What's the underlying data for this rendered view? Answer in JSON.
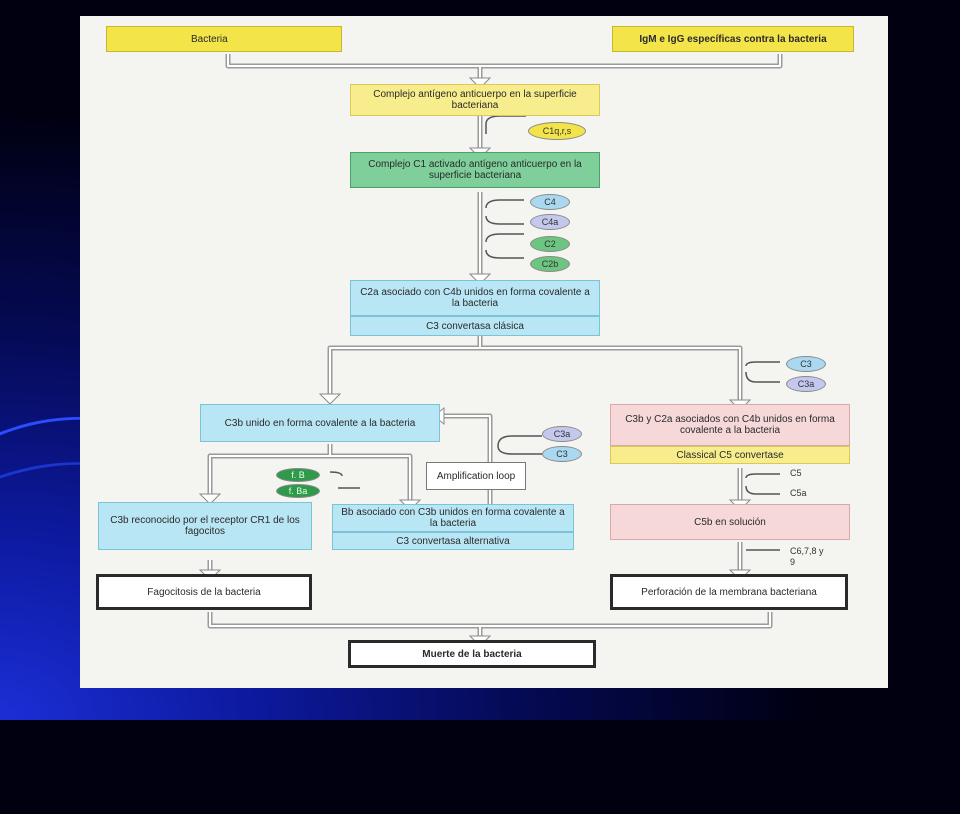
{
  "colors": {
    "background": "#000010",
    "panel": "#f4f5f0",
    "yellow": "#f3e44a",
    "green": "#7fcf9a",
    "cyan": "#b9e6f4",
    "pink": "#f6d8d8"
  },
  "diagram": {
    "bacteria": "Bacteria",
    "antibodies": "IgM e IgG específicas contra la bacteria",
    "complex": "Complejo antígeno anticuerpo en la superficie bacteriana",
    "c1qrs": "C1q,r,s",
    "c1_complex": "Complejo C1 activado antígeno anticuerpo en la superficie bacteriana",
    "c4": "C4",
    "c4a": "C4a",
    "c2": "C2",
    "c2b": "C2b",
    "c2a_c4b": "C2a asociado con C4b unidos en forma covalente a la bacteria",
    "c3_convertase_classic": "C3 convertasa clásica",
    "c3_right": "C3",
    "c3a_right": "C3a",
    "c3b_alone": "C3b unido en forma covalente a la bacteria",
    "c3a_mid": "C3a",
    "c3_mid": "C3",
    "amplification": "Amplification loop",
    "c3b_c2a": "C3b y C2a asociados con C4b unidos en forma covalente a la bacteria",
    "c5_convertase": "Classical C5 convertase",
    "factor_b": "f. B",
    "factor_ba": "f. Ba",
    "c3b_receptor": "C3b reconocido por el receptor CR1 de los fagocitos",
    "bb_c3b": "Bb asociado con C3b unidos en forma covalente a la bacteria",
    "c3_convertase_alt": "C3 convertasa alternativa",
    "c5": "C5",
    "c5a": "C5a",
    "c5b": "C5b en solución",
    "c6789": "C6,7,8 y 9",
    "phagocytosis": "Fagocitosis de la bacteria",
    "perforation": "Perforación de la membrana bacteriana",
    "death": "Muerte de la bacteria"
  }
}
